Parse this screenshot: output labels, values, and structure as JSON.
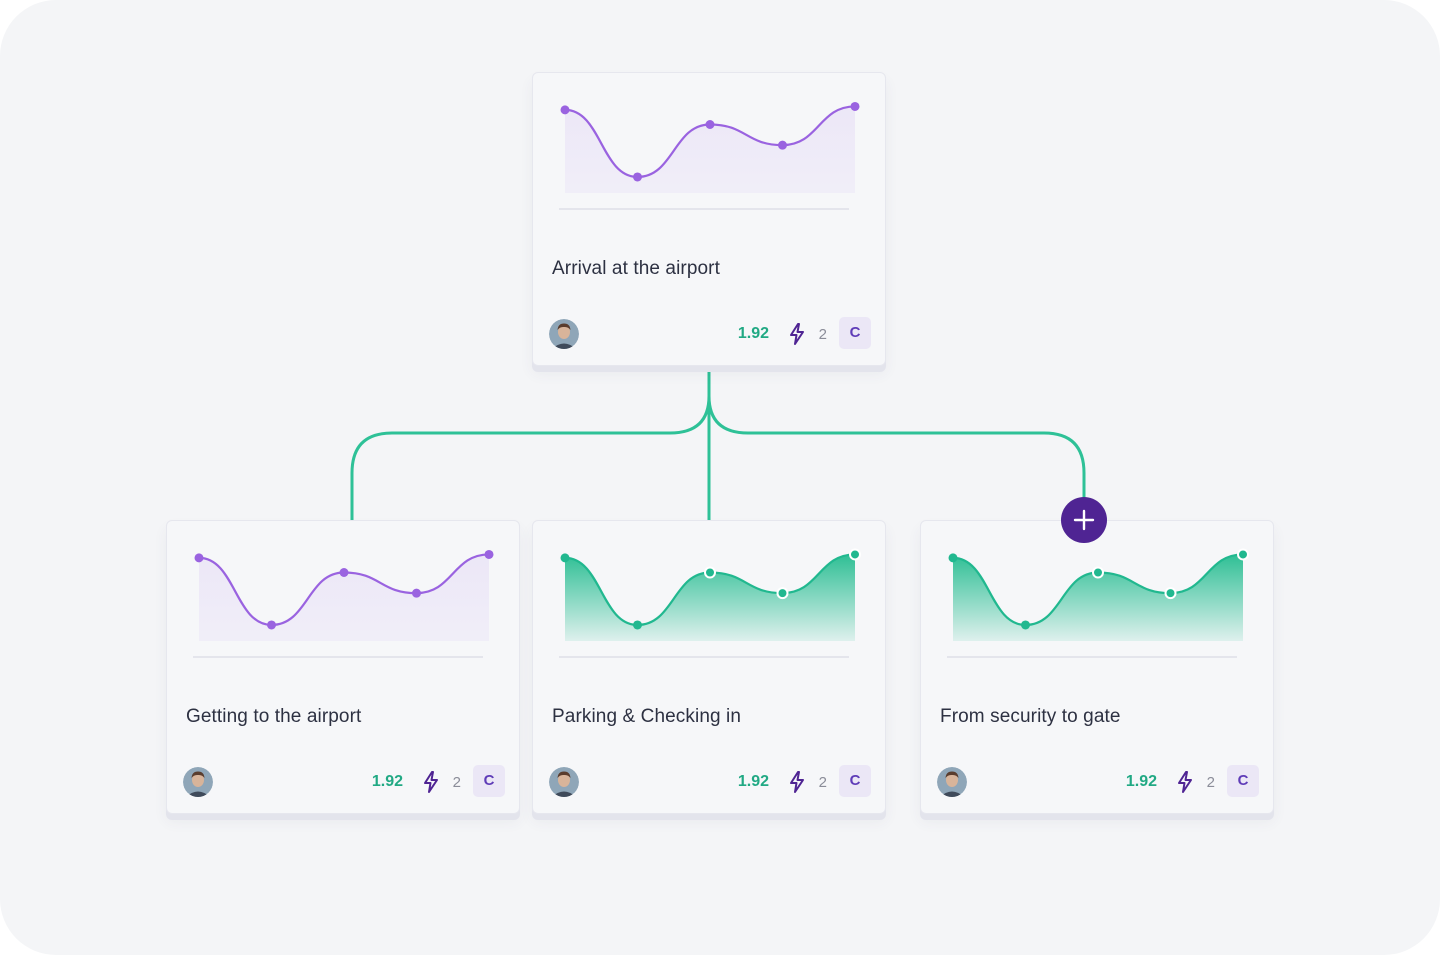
{
  "colors": {
    "purple_line": "#9a63e0",
    "purple_fill": "#ece7f7",
    "teal_line": "#21b88f",
    "teal_fill": "#2fbf95",
    "connector": "#2ec197",
    "score": "#21a984",
    "bolt": "#4f2493",
    "add_button": "#4f2493"
  },
  "sparkline_values": [
    0.92,
    0.14,
    0.75,
    0.51,
    0.96
  ],
  "cards": [
    {
      "id": "arrival",
      "title": "Arrival at the airport",
      "score": "1.92",
      "bolt_count": "2",
      "grade": "C",
      "theme": "purple"
    },
    {
      "id": "getting",
      "title": "Getting to the airport",
      "score": "1.92",
      "bolt_count": "2",
      "grade": "C",
      "theme": "purple"
    },
    {
      "id": "parking",
      "title": "Parking & Checking in",
      "score": "1.92",
      "bolt_count": "2",
      "grade": "C",
      "theme": "teal"
    },
    {
      "id": "security",
      "title": "From security to gate",
      "score": "1.92",
      "bolt_count": "2",
      "grade": "C",
      "theme": "teal"
    }
  ],
  "add_button": {
    "icon": "plus-icon"
  }
}
